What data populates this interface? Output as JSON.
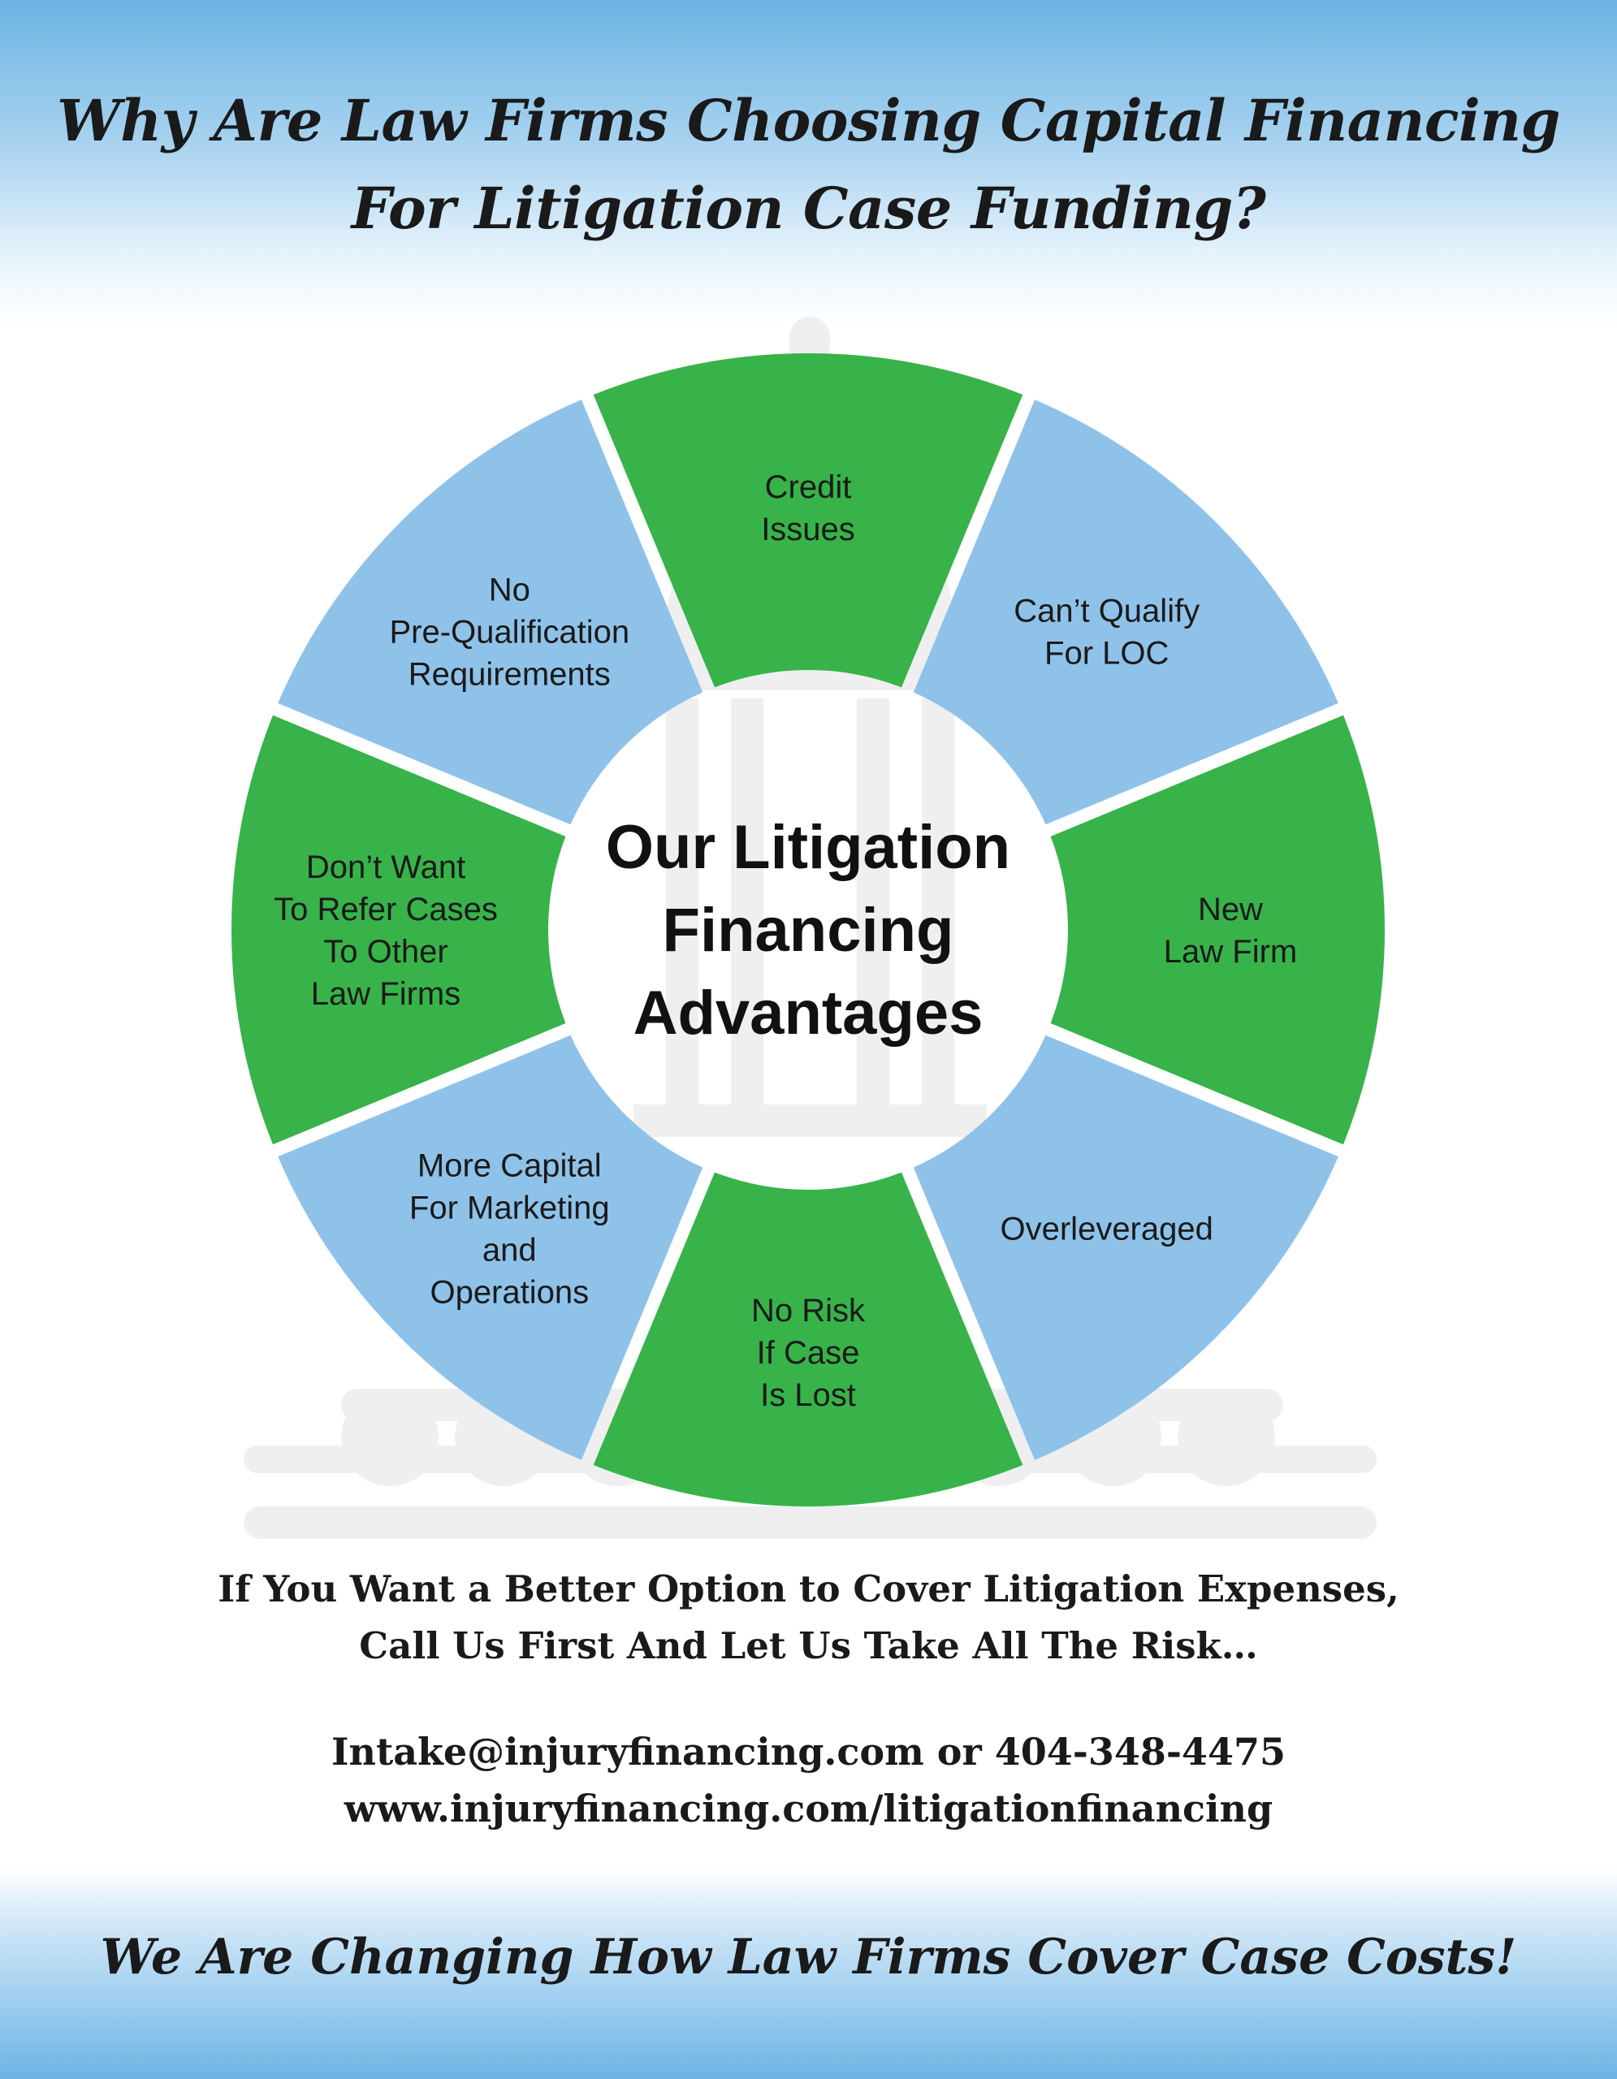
{
  "headline": {
    "line1": "Why Are Law Firms Choosing Capital Financing",
    "line2": "For Litigation Case Funding?"
  },
  "wheel": {
    "center": [
      "Our Litigation",
      "Financing",
      "Advantages"
    ],
    "segments": [
      {
        "lines": [
          "Credit",
          "Issues"
        ],
        "color": "#37b34a"
      },
      {
        "lines": [
          "Can’t Qualify",
          "For LOC"
        ],
        "color": "#8fc2e9"
      },
      {
        "lines": [
          "New",
          "Law Firm"
        ],
        "color": "#37b34a"
      },
      {
        "lines": [
          "Overleveraged"
        ],
        "color": "#8fc2e9"
      },
      {
        "lines": [
          "No Risk",
          "If Case",
          "Is Lost"
        ],
        "color": "#37b34a"
      },
      {
        "lines": [
          "More Capital",
          "For Marketing",
          "and",
          "Operations"
        ],
        "color": "#8fc2e9"
      },
      {
        "lines": [
          "Don’t Want",
          "To Refer Cases",
          "To Other",
          "Law Firms"
        ],
        "color": "#37b34a"
      },
      {
        "lines": [
          "No",
          "Pre-Qualification",
          "Requirements"
        ],
        "color": "#8fc2e9"
      }
    ],
    "watermark_icon": "courthouse-icon"
  },
  "cta": {
    "line1": "If You Want a Better Option to Cover Litigation Expenses,",
    "line2": "Call Us First And Let Us Take All The Risk…"
  },
  "contact": {
    "line1": "Intake@injuryfinancing.com or 404-348-4475",
    "line2": "www.injuryfinancing.com/litigationfinancing"
  },
  "tagline": "We Are Changing How Law Firms Cover Case Costs!",
  "colors": {
    "green": "#37b34a",
    "light_blue": "#8fc2e9",
    "sky_blue": "#6cb4e3"
  }
}
